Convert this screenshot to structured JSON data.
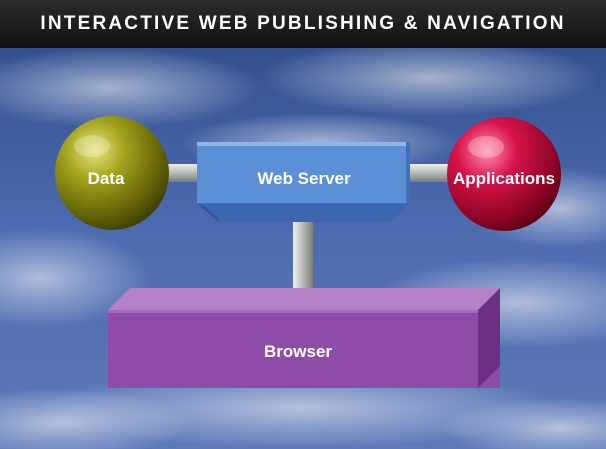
{
  "header": {
    "title": "INTERACTIVE WEB PUBLISHING & NAVIGATION"
  },
  "diagram": {
    "nodes": {
      "data": {
        "label": "Data",
        "color": "#8a8a14"
      },
      "web_server": {
        "label": "Web Server",
        "color": "#5b8fd6"
      },
      "applications": {
        "label": "Applications",
        "color": "#c8103e"
      },
      "browser": {
        "label": "Browser",
        "color": "#8e4ca8"
      }
    },
    "connections": [
      {
        "from": "data",
        "to": "web_server"
      },
      {
        "from": "web_server",
        "to": "applications"
      },
      {
        "from": "web_server",
        "to": "browser"
      }
    ]
  },
  "colors": {
    "sky": "#3d5fa8",
    "connector": "#b4b6b3",
    "label": "#ffffff"
  }
}
